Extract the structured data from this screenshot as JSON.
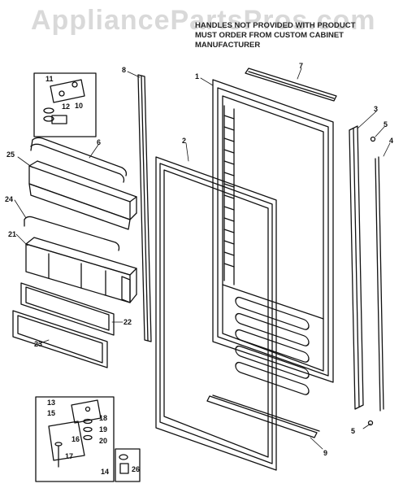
{
  "watermark": "AppliancePartsPros.com",
  "note": {
    "line1": "HANDLES NOT PROVIDED WITH PRODUCT",
    "line2": "MUST ORDER FROM CUSTOM CABINET",
    "line3": "MANUFACTURER"
  },
  "callouts": {
    "c1": "1",
    "c2": "2",
    "c3": "3",
    "c4": "4",
    "c5a": "5",
    "c5b": "5",
    "c6": "6",
    "c7": "7",
    "c8": "8",
    "c9": "9",
    "c10": "10",
    "c11": "11",
    "c12": "12",
    "c13": "13",
    "c14": "14",
    "c15": "15",
    "c16": "16",
    "c17": "17",
    "c18": "18",
    "c19": "19",
    "c20": "20",
    "c21": "21",
    "c22": "22",
    "c23": "23",
    "c24": "24",
    "c25": "25",
    "c26": "26"
  }
}
